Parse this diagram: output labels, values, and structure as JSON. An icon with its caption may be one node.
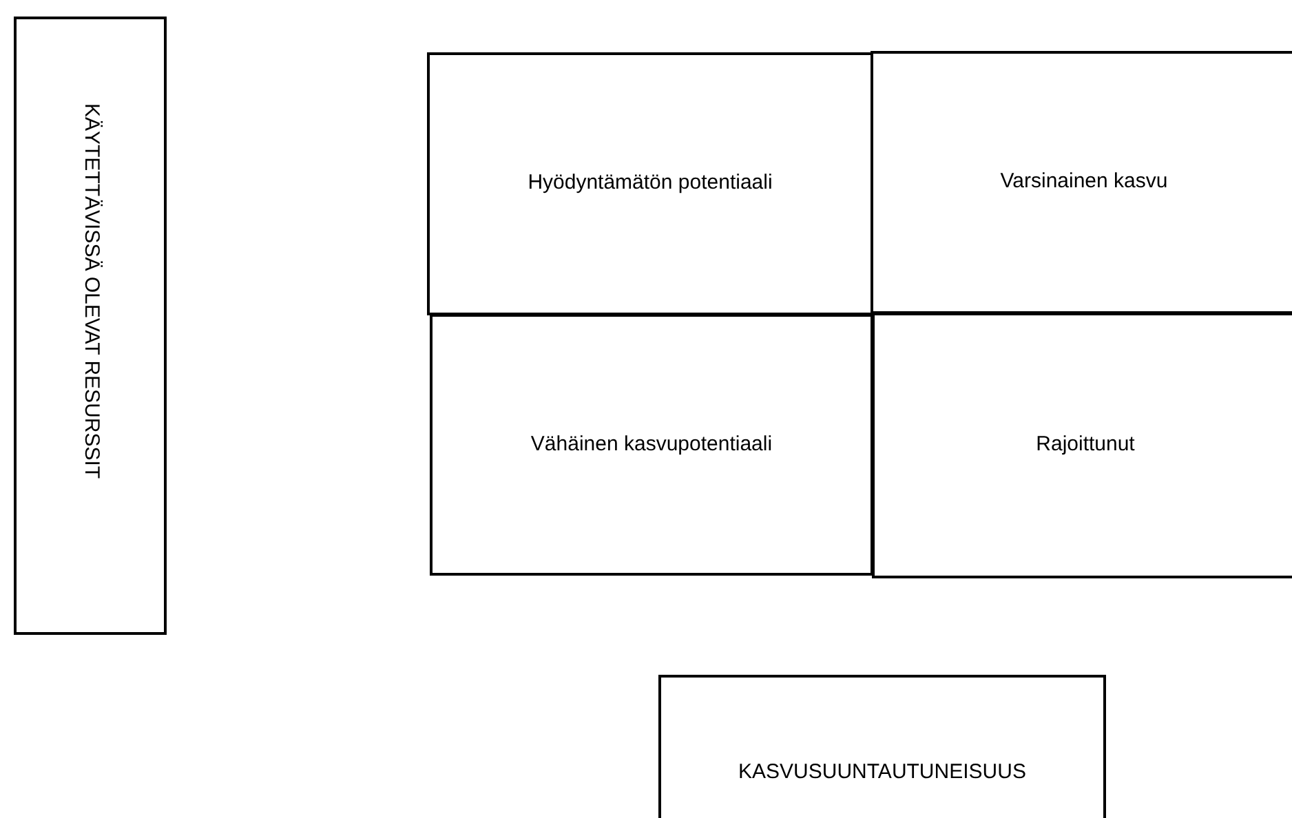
{
  "diagram": {
    "nodes": [
      {
        "text": [
          "KÄYTETTÄVISSÄ OLEVAT RESURSSIT"
        ]
      },
      {
        "text": [
          "Hyödyntämätön potentiaali"
        ]
      },
      {
        "text": [
          "Varsinainen kasvu"
        ]
      },
      {
        "text": [
          "Vähäinen kasvupotentiaali"
        ]
      },
      {
        "text": [
          "Rajoittunut"
        ]
      },
      {
        "text": [
          "KASVUSUUNTAUTUNEISUUS"
        ]
      }
    ]
  }
}
